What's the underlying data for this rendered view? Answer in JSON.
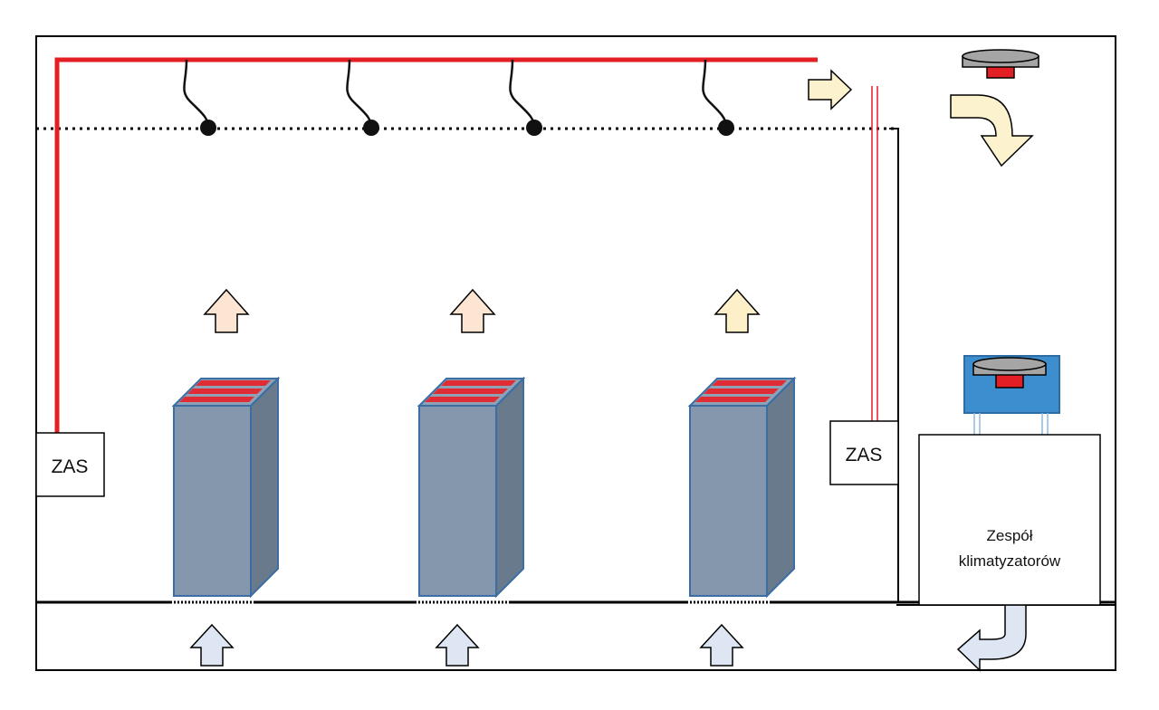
{
  "labels": {
    "zas_left": "ZAS",
    "zas_right": "ZAS",
    "ac_unit_line1": "Zespół",
    "ac_unit_line2": "klimatyzatorów"
  },
  "colors": {
    "detection_pipe": "#e31e24",
    "rack_front": "#8497ad",
    "rack_side": "#697a8c",
    "rack_top": "#8fa2b5",
    "rack_stroke": "#3a6ea5",
    "rack_vent": "#e02d35",
    "hot_arrow": "#fce5d2",
    "warm_arrow": "#fdf0c8",
    "return_arrow": "#fcf2cd",
    "cold_arrow": "#dfe6f3",
    "ac_housing": "#3d8ecf",
    "detector_body": "#a5a5a5",
    "detector_led": "#e31e24",
    "capillary_line": "#8db8e0"
  },
  "icons": {
    "rack": "server-rack-icon",
    "detector": "smoke-detector-icon",
    "sampling_point": "sampling-point-icon",
    "airflow": "airflow-arrow-icon"
  }
}
